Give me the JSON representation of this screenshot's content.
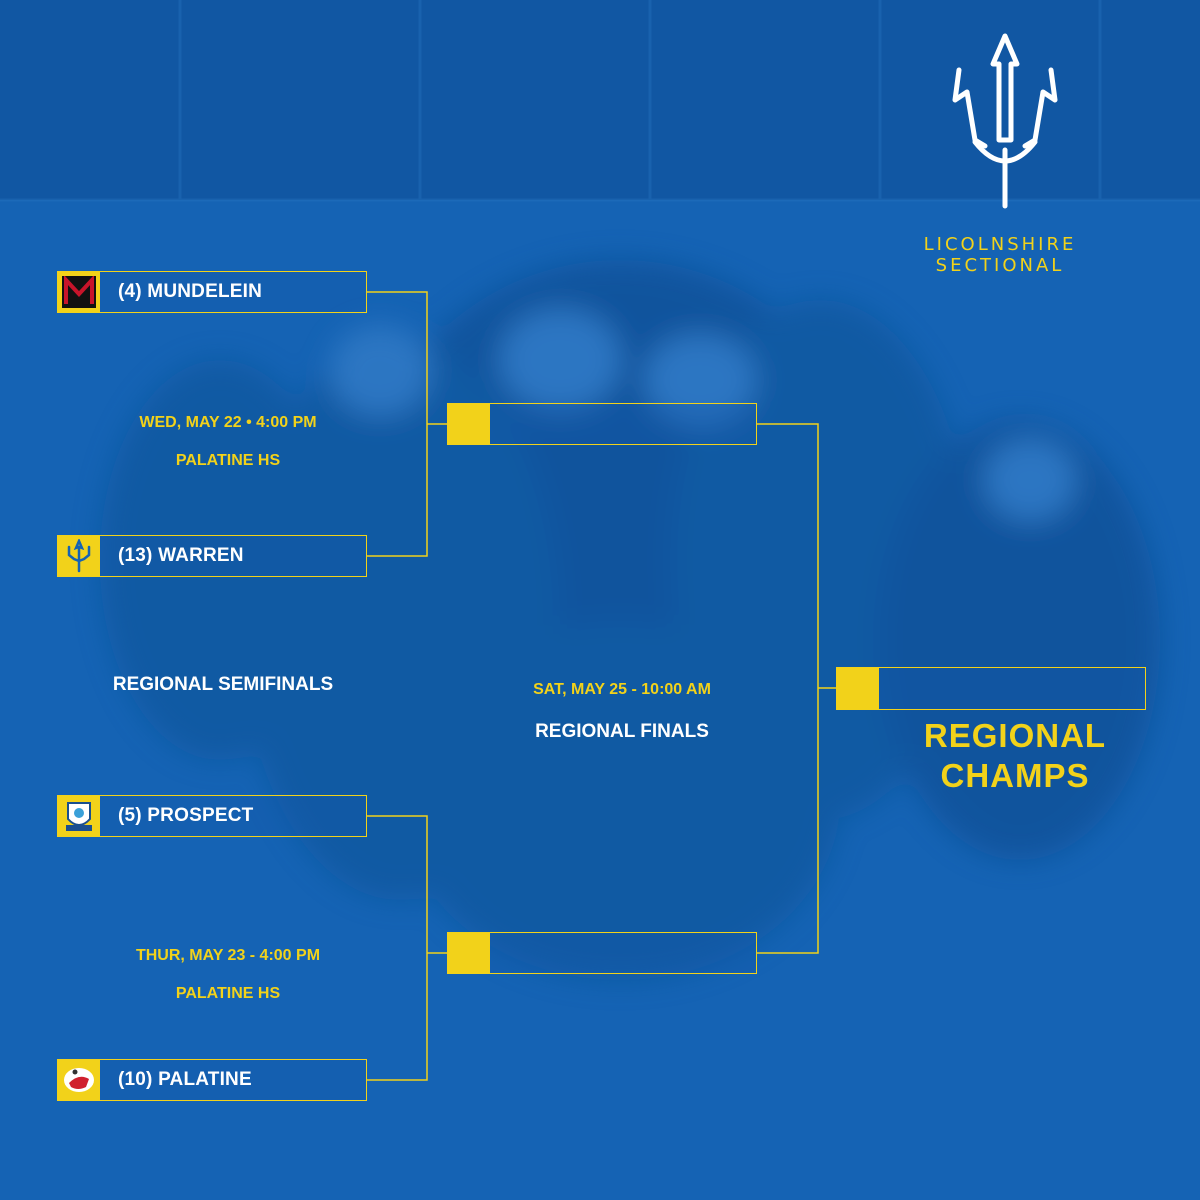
{
  "header": {
    "sectional_line1": "LICOLNSHIRE",
    "sectional_line2": "SECTIONAL",
    "logo_icon": "trident-icon"
  },
  "semifinal_top": {
    "team1": {
      "name": "(4) MUNDELEIN",
      "logo_icon": "mustang-m-logo-icon"
    },
    "team2": {
      "name": "(13) WARREN",
      "logo_icon": "trident-logo-icon"
    },
    "date": "WED, MAY 22 • 4:00 PM",
    "venue": "PALATINE HS"
  },
  "semifinal_bottom": {
    "team1": {
      "name": "(5) PROSPECT",
      "logo_icon": "knight-logo-icon"
    },
    "team2": {
      "name": "(10) PALATINE",
      "logo_icon": "pirate-logo-icon"
    },
    "date": "THUR, MAY 23 - 4:00 PM",
    "venue": "PALATINE HS"
  },
  "rounds": {
    "semifinals_label": "REGIONAL SEMIFINALS",
    "finals_date": "SAT, MAY 25 - 10:00 AM",
    "finals_label": "REGIONAL FINALS"
  },
  "champion": {
    "line1": "REGIONAL",
    "line2": "CHAMPS"
  },
  "colors": {
    "background": "#1563b4",
    "accent_yellow": "#f2d21a",
    "text_white": "#ffffff"
  }
}
